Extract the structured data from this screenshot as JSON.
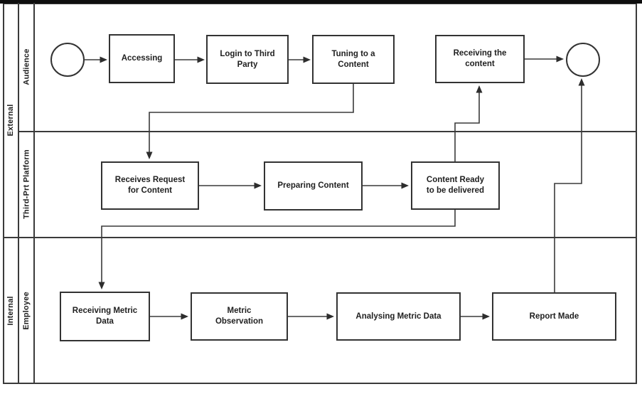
{
  "page": {
    "background_color": "#ffffff",
    "top_bar_color": "#0e0e0e",
    "line_color": "#3a3a3a",
    "node_fill_color": "#ffffff",
    "text_color": "#1f1f1f"
  },
  "diagram": {
    "type": "cross-functional-swimlane-flowchart",
    "groups": [
      {
        "label": "External"
      },
      {
        "label": "Internal"
      }
    ],
    "lanes": [
      {
        "label": "Audience",
        "group": "External"
      },
      {
        "label": "Third-Prt Platform",
        "group": "External"
      },
      {
        "label": "Employee",
        "group": "Internal"
      }
    ],
    "nodes": [
      {
        "id": "start",
        "type": "start-event",
        "lane": "Audience",
        "label": ""
      },
      {
        "id": "accessing",
        "type": "task",
        "lane": "Audience",
        "label": "Accessing"
      },
      {
        "id": "login_third_party",
        "type": "task",
        "lane": "Audience",
        "label": "Login to Third\nParty"
      },
      {
        "id": "tuning_content",
        "type": "task",
        "lane": "Audience",
        "label": "Tuning to a\nContent"
      },
      {
        "id": "receiving_the_content",
        "type": "task",
        "lane": "Audience",
        "label": "Receiving the\ncontent"
      },
      {
        "id": "end",
        "type": "end-event",
        "lane": "Audience",
        "label": ""
      },
      {
        "id": "receives_request",
        "type": "task",
        "lane": "Third-Prt Platform",
        "label": "Receives Request\nfor Content"
      },
      {
        "id": "preparing_content",
        "type": "task",
        "lane": "Third-Prt Platform",
        "label": "Preparing Content"
      },
      {
        "id": "content_ready",
        "type": "task",
        "lane": "Third-Prt Platform",
        "label": "Content Ready\nto be delivered"
      },
      {
        "id": "receiving_metric_data",
        "type": "task",
        "lane": "Employee",
        "label": "Receiving Metric\nData"
      },
      {
        "id": "metric_observation",
        "type": "task",
        "lane": "Employee",
        "label": "Metric\nObservation"
      },
      {
        "id": "analysing_metric_data",
        "type": "task",
        "lane": "Employee",
        "label": "Analysing Metric Data"
      },
      {
        "id": "report_made",
        "type": "task",
        "lane": "Employee",
        "label": "Report Made"
      }
    ],
    "edges": [
      {
        "from": "start",
        "to": "accessing"
      },
      {
        "from": "accessing",
        "to": "login_third_party"
      },
      {
        "from": "login_third_party",
        "to": "tuning_content"
      },
      {
        "from": "tuning_content",
        "to": "receives_request"
      },
      {
        "from": "receives_request",
        "to": "preparing_content"
      },
      {
        "from": "preparing_content",
        "to": "content_ready"
      },
      {
        "from": "content_ready",
        "to": "receiving_the_content"
      },
      {
        "from": "receiving_the_content",
        "to": "end"
      },
      {
        "from": "content_ready",
        "to": "receiving_metric_data"
      },
      {
        "from": "receiving_metric_data",
        "to": "metric_observation"
      },
      {
        "from": "metric_observation",
        "to": "analysing_metric_data"
      },
      {
        "from": "analysing_metric_data",
        "to": "report_made"
      },
      {
        "from": "report_made",
        "to": "end"
      }
    ]
  }
}
